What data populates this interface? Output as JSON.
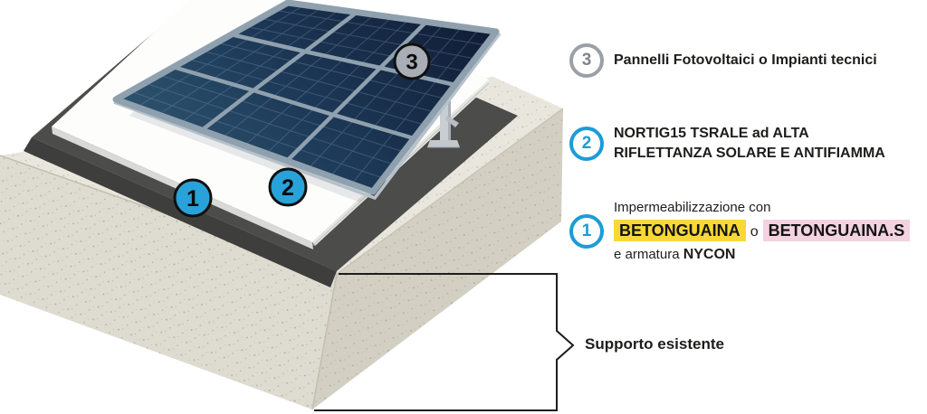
{
  "legend": {
    "item3": {
      "number": "3",
      "label": "Pannelli Fotovoltaici o Impianti tecnici"
    },
    "item2": {
      "number": "2",
      "line1": "NORTIG15 TSRALE ad ALTA",
      "line2": "RIFLETTANZA SOLARE E ANTIFIAMMA"
    },
    "item1": {
      "number": "1",
      "line1": "Impermeabilizzazione con",
      "product1": "BETONGUAINA",
      "conjunction": "o",
      "product2": "BETONGUAINA.S",
      "line3_prefix": "e armatura ",
      "line3_bold": "NYCON"
    }
  },
  "support": {
    "label": "Supporto esistente"
  },
  "diagram": {
    "badge1": "1",
    "badge2": "2",
    "badge3": "3",
    "layer1_name": "membrane-waterproofing",
    "layer2_name": "white-reflective-coating",
    "layer3_name": "photovoltaic-panel",
    "base_name": "existing-concrete-support"
  },
  "colors": {
    "accent-blue": "#1b9cd8",
    "badge-fill-blue": "#29a2da",
    "badge-gray": "#9aa0a6",
    "badge-fill-gray": "#a9adb5",
    "highlight-yellow": "#f8d839",
    "highlight-pink": "#f2d3df",
    "text-dark": "#1d1d1b",
    "membrane-dark": "#4c4c4b",
    "panel-navy": "#16243f",
    "panel-steel": "#2f5671",
    "concrete-top": "#e9e6dd",
    "concrete-left": "#dedbd0",
    "concrete-right": "#d3cfc2"
  }
}
